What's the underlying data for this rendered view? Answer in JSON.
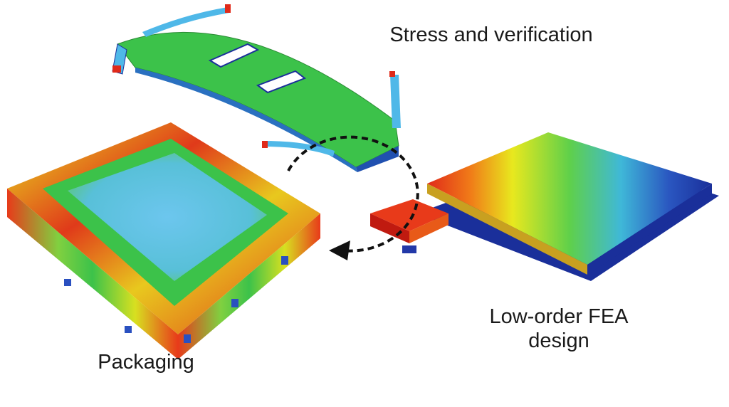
{
  "labels": {
    "stress": "Stress and verification",
    "fea_line1": "Low-order FEA",
    "fea_line2": "design",
    "packaging": "Packaging"
  },
  "colors": {
    "green": "#3cc24a",
    "blue": "#1a2f9a",
    "red": "#e02a1a",
    "yellow": "#e8e81e",
    "cyan": "#4fb8e8"
  },
  "icons": [
    "dashed-cycle-arrow-icon"
  ]
}
